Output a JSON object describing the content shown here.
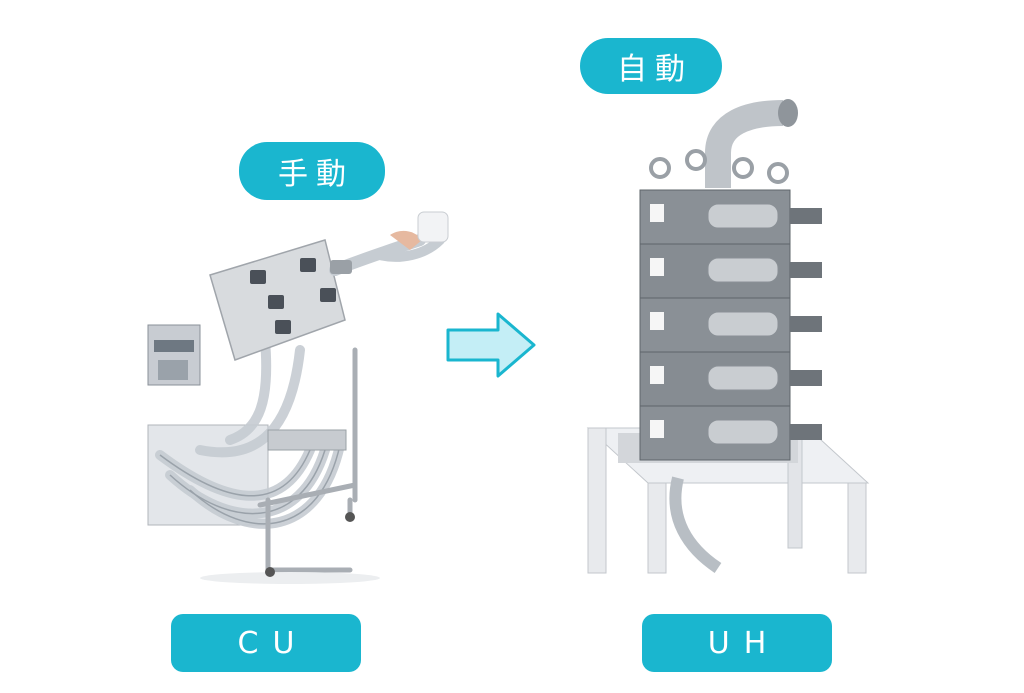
{
  "labels": {
    "manual": "手動",
    "auto": "自動"
  },
  "models": {
    "left": "CU",
    "right": "UH"
  },
  "icons": {
    "arrow": "arrow-right-icon"
  },
  "colors": {
    "accent": "#1ab6cf",
    "arrow_fill": "#c4eef6",
    "arrow_stroke": "#1ab6cf"
  }
}
